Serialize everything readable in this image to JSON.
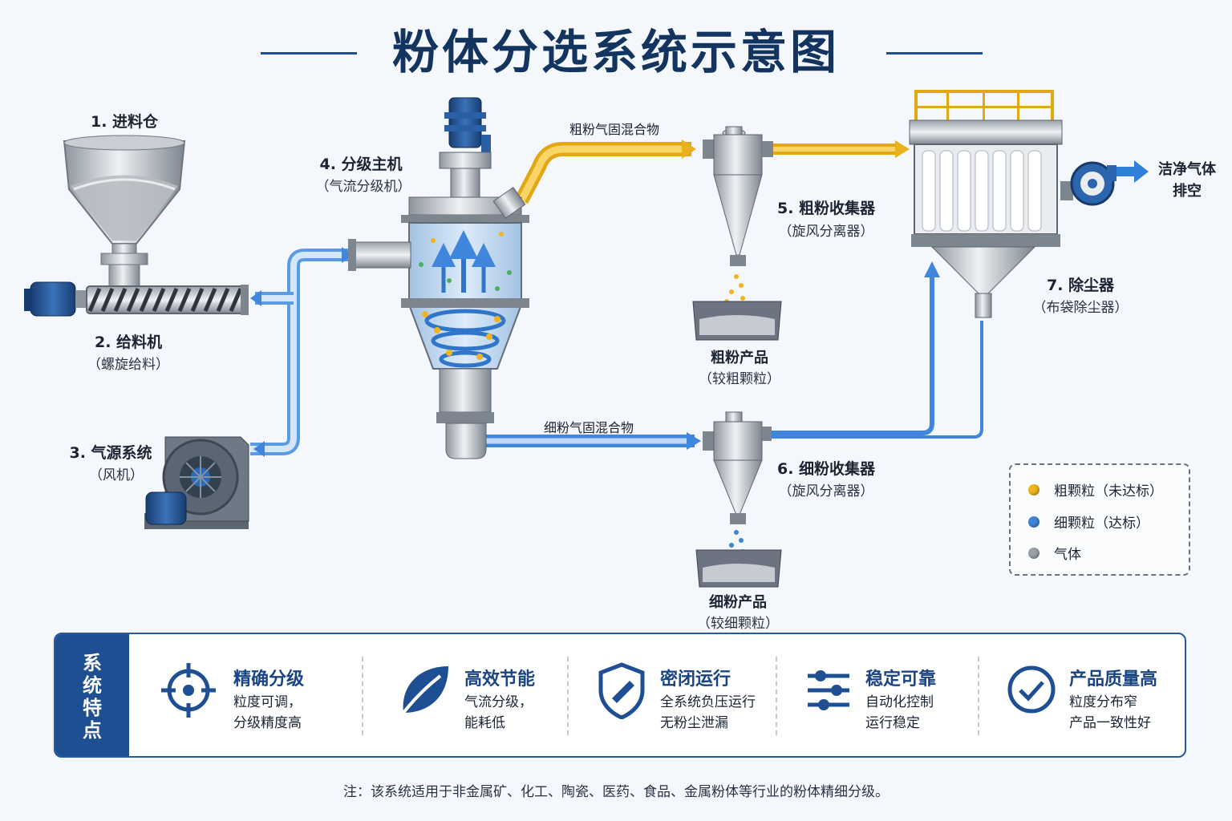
{
  "title": "粉体分选系统示意图",
  "components": {
    "hopper": {
      "label": "1. 进料仓"
    },
    "feeder": {
      "label": "2. 给料机",
      "sub": "（螺旋给料）"
    },
    "air_source": {
      "label": "3. 气源系统",
      "sub": "（风机）"
    },
    "classifier": {
      "label": "4. 分级主机",
      "sub": "（气流分级机）"
    },
    "coarse_collector": {
      "label": "5. 粗粉收集器",
      "sub": "（旋风分离器）"
    },
    "fine_collector": {
      "label": "6. 细粉收集器",
      "sub": "（旋风分离器）"
    },
    "dust_collector": {
      "label": "7. 除尘器",
      "sub": "（布袋除尘器）"
    }
  },
  "flows": {
    "coarse_mix": "粗粉气固混合物",
    "fine_mix": "细粉气固混合物",
    "exhaust_line1": "洁净气体",
    "exhaust_line2": "排空"
  },
  "products": {
    "coarse": {
      "label": "粗粉产品",
      "sub": "（较粗颗粒）"
    },
    "fine": {
      "label": "细粉产品",
      "sub": "（较细颗粒）"
    }
  },
  "legend": [
    {
      "label": "粗颗粒（未达标）",
      "color": "#f2b41e"
    },
    {
      "label": "细颗粒（达标）",
      "color": "#3d86d6"
    },
    {
      "label": "气体",
      "color": "#9aa1aa"
    }
  ],
  "features": {
    "side_label": "系统特点",
    "items": [
      {
        "icon": "crosshair-icon",
        "title": "精确分级",
        "line1": "粒度可调，",
        "line2": "分级精度高"
      },
      {
        "icon": "leaf-icon",
        "title": "高效节能",
        "line1": "气流分级，",
        "line2": "能耗低"
      },
      {
        "icon": "shield-icon",
        "title": "密闭运行",
        "line1": "全系统负压运行",
        "line2": "无粉尘泄漏"
      },
      {
        "icon": "sliders-icon",
        "title": "稳定可靠",
        "line1": "自动化控制",
        "line2": "运行稳定"
      },
      {
        "icon": "check-circle-icon",
        "title": "产品质量高",
        "line1": "粒度分布窄",
        "line2": "产品一致性好"
      }
    ]
  },
  "note": "注：该系统适用于非金属矿、化工、陶瓷、医药、食品、金属粉体等行业的粉体精细分级。",
  "colors": {
    "primary": "#1f4f93",
    "coarse_pipe": "#f5bf2a",
    "fine_pipe": "#5b9be3"
  }
}
